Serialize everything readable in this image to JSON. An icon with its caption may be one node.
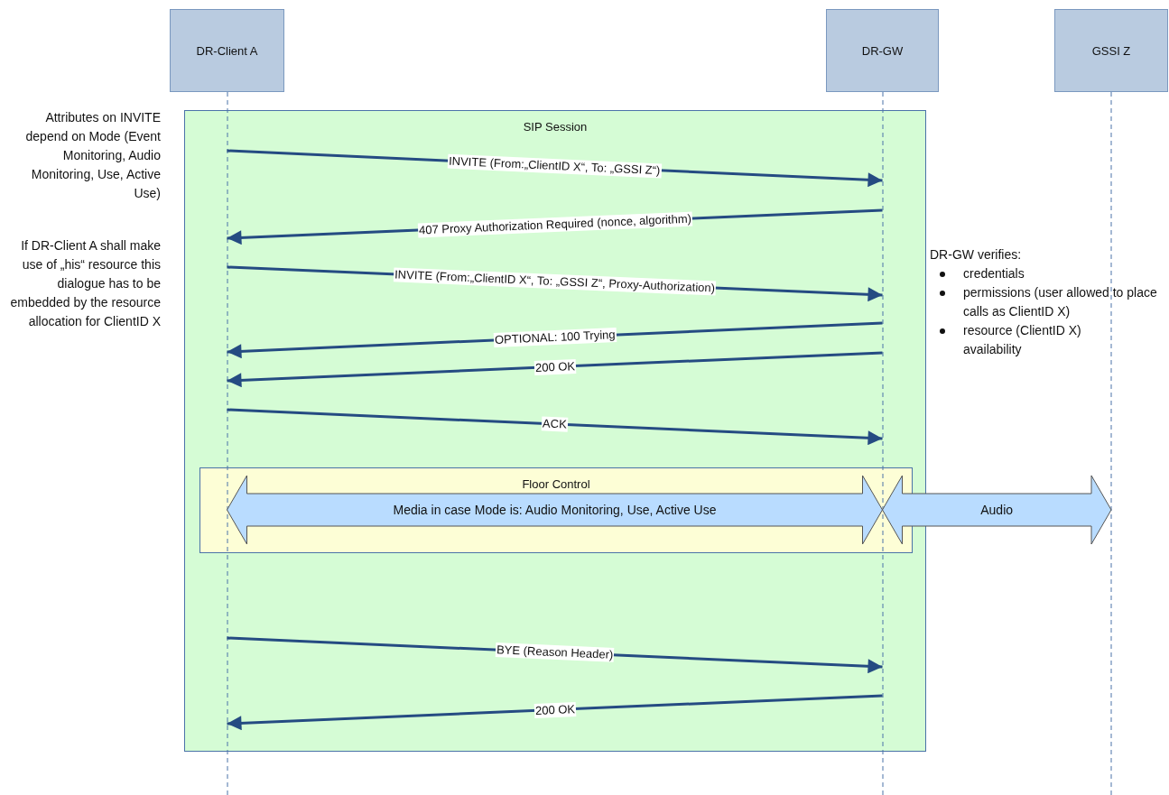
{
  "diagram": {
    "nodes": [
      {
        "text": [
          "DR-Client A"
        ]
      },
      {
        "text": [
          "DR-GW"
        ]
      },
      {
        "text": [
          "GSSI Z"
        ]
      },
      {
        "text": [
          "SIP Session"
        ]
      },
      {
        "text": [
          "Floor Control"
        ],
        "in": 3
      }
    ],
    "edges": [
      {
        "from": 0,
        "to": 1,
        "arrow": "to",
        "label": "INVITE (From:„ClientID X“, To: „GSSI Z“)"
      },
      {
        "from": 1,
        "to": 0,
        "arrow": "to",
        "label": "407 Proxy Authorization Required (nonce, algorithm)"
      },
      {
        "from": 0,
        "to": 1,
        "arrow": "to",
        "label": "INVITE (From:„ClientID X“, To: „GSSI Z“, Proxy-Authorization)"
      },
      {
        "from": 1,
        "to": 0,
        "arrow": "to",
        "label": "OPTIONAL: 100 Trying"
      },
      {
        "from": 1,
        "to": 0,
        "arrow": "to",
        "label": "200 OK"
      },
      {
        "from": 0,
        "to": 1,
        "arrow": "to",
        "label": "ACK"
      },
      {
        "from": 0,
        "to": 1,
        "arrow": "both",
        "label": "Media in case Mode is: Audio Monitoring, Use, Active Use",
        "style": "thick"
      },
      {
        "from": 1,
        "to": 2,
        "arrow": "both",
        "label": "Audio",
        "style": "thick"
      },
      {
        "from": 0,
        "to": 1,
        "arrow": "to",
        "label": "BYE (Reason Header)"
      },
      {
        "from": 1,
        "to": 0,
        "arrow": "to",
        "label": "200 OK"
      }
    ],
    "labels": [
      "Attributes on INVITE depend on Mode (Event Monitoring, Audio Monitoring, Use, Active Use)",
      "If DR-Client A shall make use of „his“ resource this dialogue has to be embedded by the resource allocation for ClientID X",
      "DR-GW verifies:",
      "credentials",
      "permissions (user allowed to place calls as ClientID X)",
      "resource (ClientID X) availability"
    ]
  }
}
